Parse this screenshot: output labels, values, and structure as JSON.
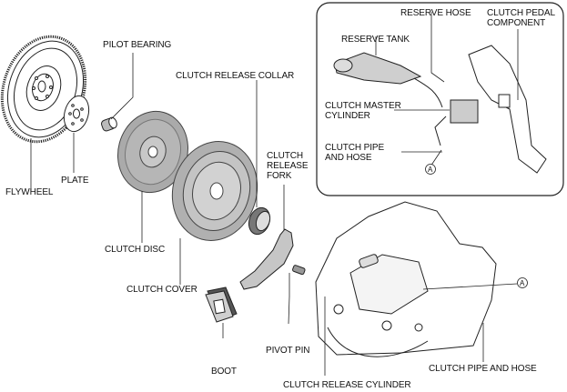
{
  "diagram": {
    "title": "Clutch exploded view",
    "labels": {
      "pilot_bearing": "PILOT BEARING",
      "clutch_release_collar": "CLUTCH RELEASE COLLAR",
      "clutch_release_fork": "CLUTCH\nRELEASE\nFORK",
      "flywheel": "FLYWHEEL",
      "plate": "PLATE",
      "clutch_disc": "CLUTCH DISC",
      "clutch_cover": "CLUTCH COVER",
      "boot": "BOOT",
      "pivot_pin": "PIVOT PIN",
      "clutch_release_cylinder": "CLUTCH RELEASE CYLINDER",
      "clutch_pipe_and_hose_main": "CLUTCH PIPE AND HOSE",
      "marker_a_main": "A"
    },
    "inset": {
      "reserve_hose": "RESERVE HOSE",
      "clutch_pedal_component": "CLUTCH PEDAL\nCOMPONENT",
      "reserve_tank": "RESERVE TANK",
      "clutch_master_cylinder": "CLUTCH MASTER\nCYLINDER",
      "clutch_pipe_and_hose": "CLUTCH PIPE\nAND HOSE",
      "marker_a": "A"
    },
    "colors": {
      "line": "#222222",
      "part_fill": "#b8b8b8",
      "part_dark": "#8a8a8a"
    }
  }
}
